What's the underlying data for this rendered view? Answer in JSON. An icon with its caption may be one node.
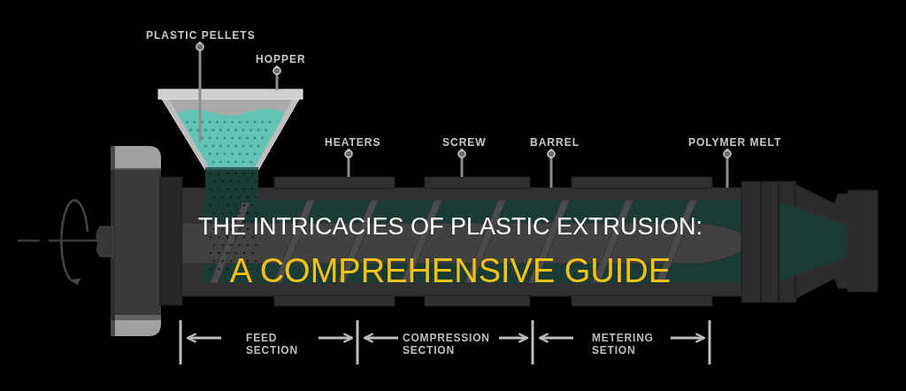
{
  "diagram": {
    "title": "THE INTRICACIES OF PLASTIC EXTRUSION: A COMPREHENSIVE GUIDE",
    "nodes": [
      {
        "text": [
          "PLASTIC PELLETS"
        ]
      },
      {
        "text": [
          "HOPPER"
        ]
      },
      {
        "text": [
          "HEATERS"
        ]
      },
      {
        "text": [
          "SCREW"
        ]
      },
      {
        "text": [
          "BARREL"
        ]
      },
      {
        "text": [
          "POLYMER MELT"
        ]
      }
    ],
    "edges": [
      {
        "from": 0,
        "to": null,
        "arrow": "other"
      },
      {
        "from": 1,
        "to": null,
        "arrow": "other"
      },
      {
        "from": 2,
        "to": null,
        "arrow": "other"
      },
      {
        "from": 3,
        "to": null,
        "arrow": "other"
      },
      {
        "from": 4,
        "to": null,
        "arrow": "other"
      },
      {
        "from": 5,
        "to": null,
        "arrow": "other"
      }
    ],
    "labels": [
      "FEED SECTION",
      "COMPRESSION SECTION",
      "METERING SETION"
    ]
  }
}
